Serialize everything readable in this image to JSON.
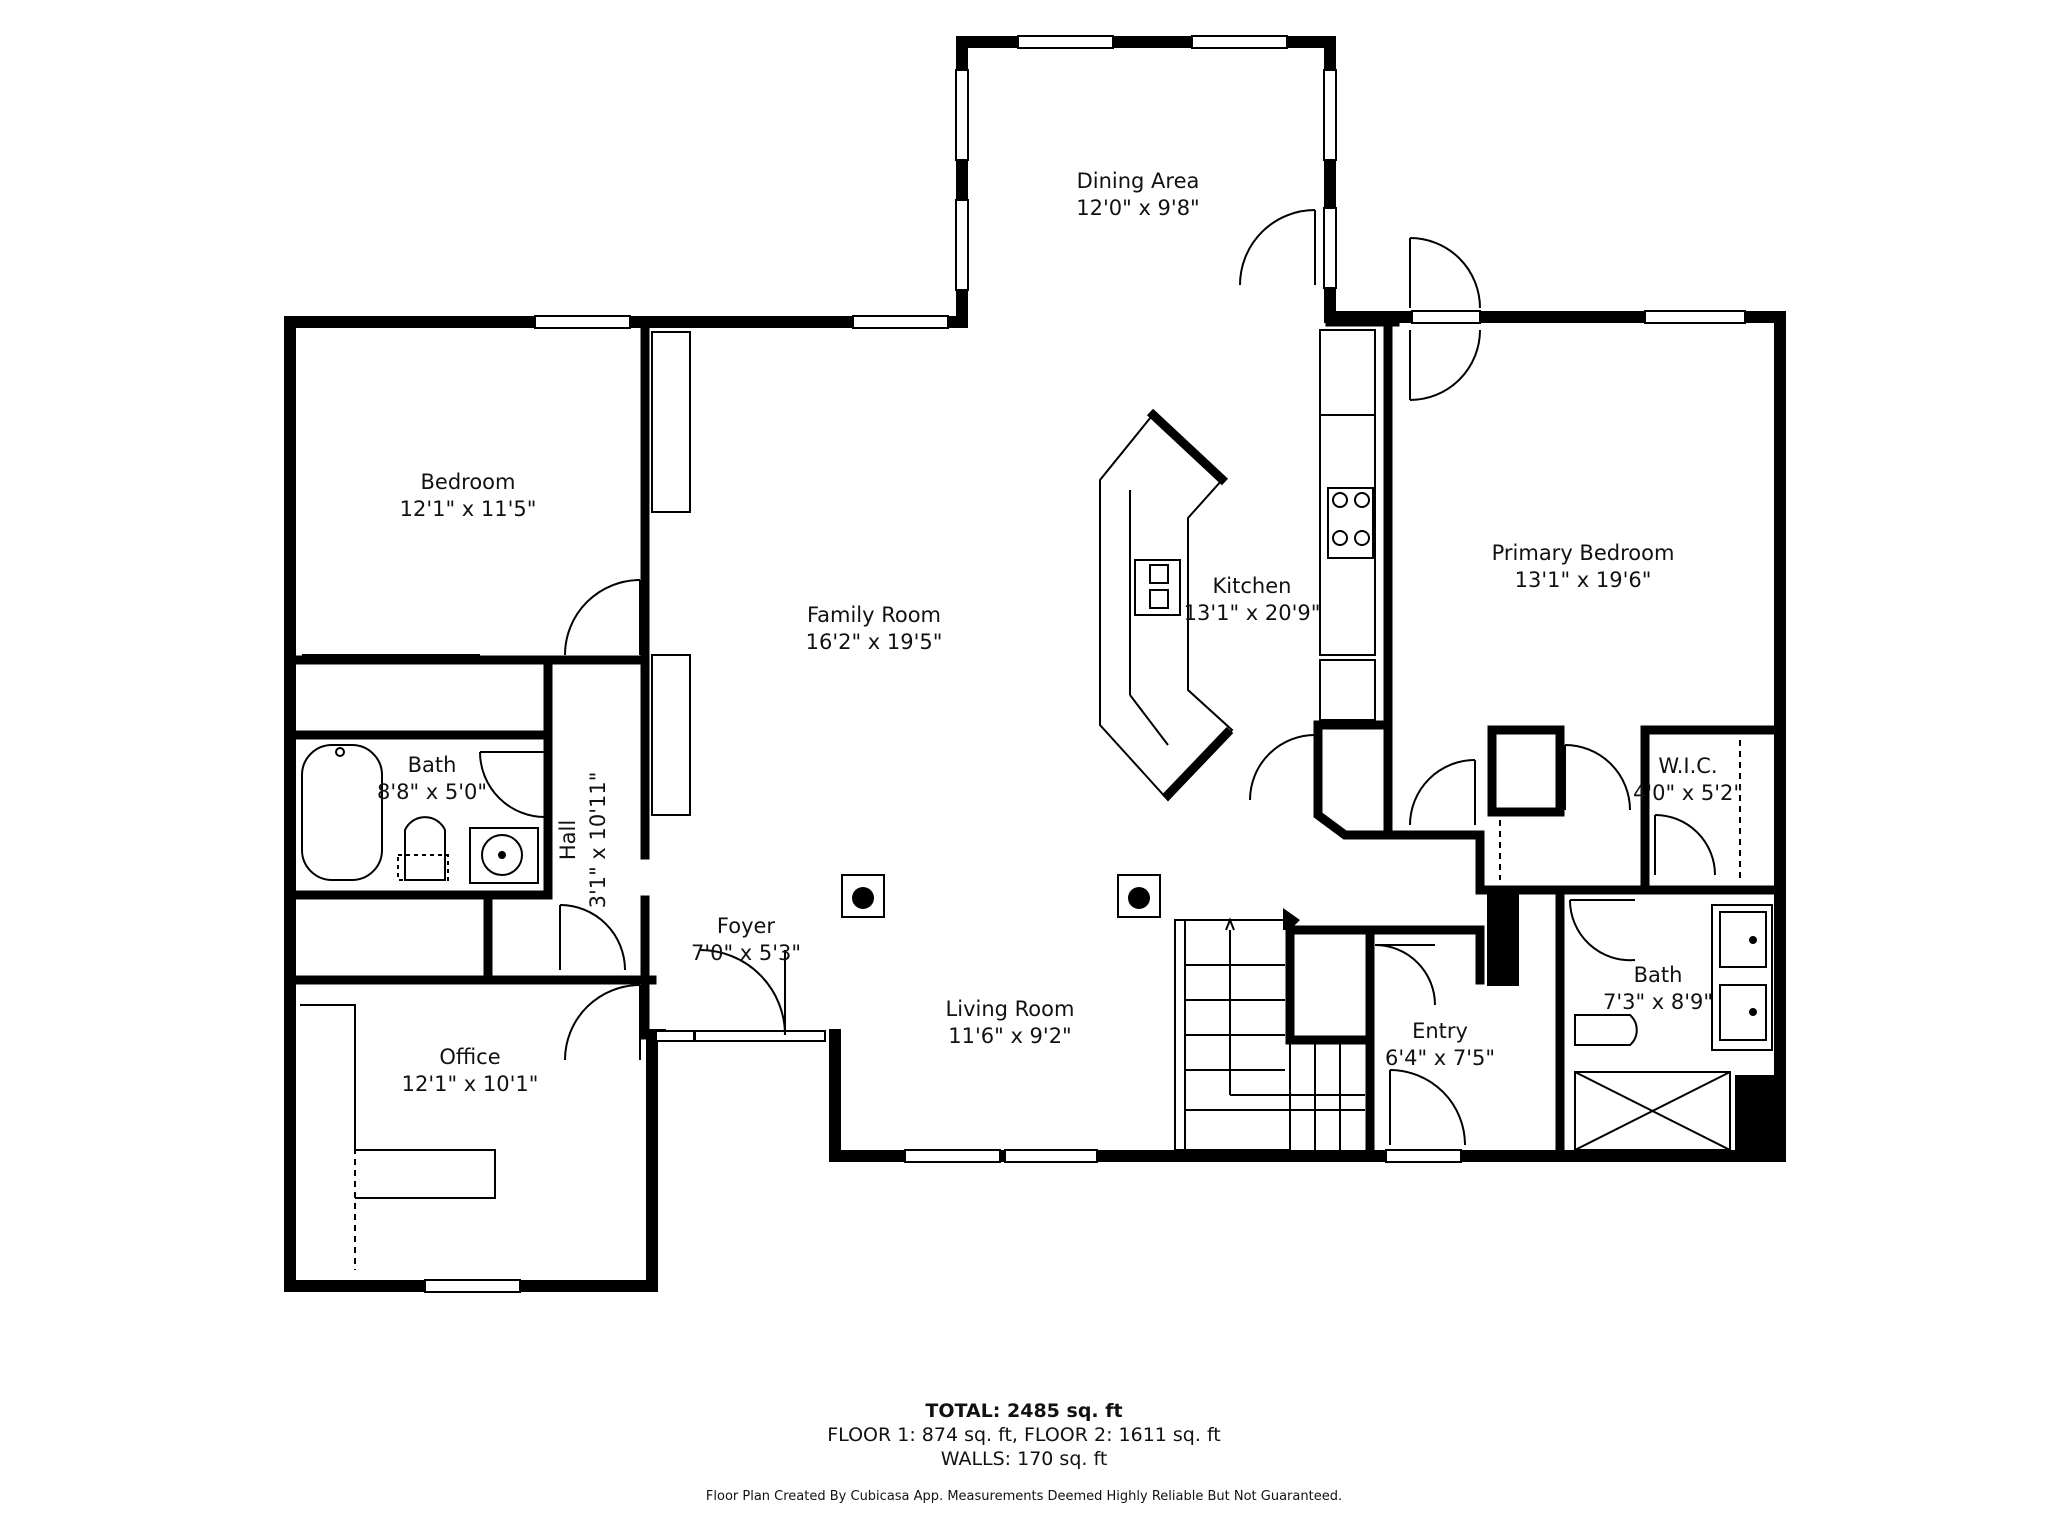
{
  "rooms": {
    "dining": {
      "name": "Dining Area",
      "dim": "12'0\" x 9'8\""
    },
    "bedroom": {
      "name": "Bedroom",
      "dim": "12'1\" x 11'5\""
    },
    "family": {
      "name": "Family Room",
      "dim": "16'2\" x 19'5\""
    },
    "kitchen": {
      "name": "Kitchen",
      "dim": "13'1\" x 20'9\""
    },
    "primary": {
      "name": "Primary Bedroom",
      "dim": "13'1\" x 19'6\""
    },
    "bath1": {
      "name": "Bath",
      "dim": "8'8\" x 5'0\""
    },
    "hall": {
      "name": "Hall",
      "dim": "3'1\" x 10'11\""
    },
    "wic": {
      "name": "W.I.C.",
      "dim": "4'0\" x 5'2\""
    },
    "foyer": {
      "name": "Foyer",
      "dim": "7'0\" x 5'3\""
    },
    "living": {
      "name": "Living Room",
      "dim": "11'6\" x 9'2\""
    },
    "entry": {
      "name": "Entry",
      "dim": "6'4\" x 7'5\""
    },
    "bath2": {
      "name": "Bath",
      "dim": "7'3\" x 8'9\""
    },
    "office": {
      "name": "Office",
      "dim": "12'1\" x 10'1\""
    }
  },
  "footer": {
    "total": "TOTAL: 2485 sq. ft",
    "floors": "FLOOR 1: 874 sq. ft, FLOOR 2: 1611 sq. ft",
    "walls": "WALLS: 170 sq. ft",
    "credit": "Floor Plan Created By Cubicasa App. Measurements Deemed Highly Reliable But Not Guaranteed."
  },
  "colors": {
    "wall": "#000000",
    "fixture": "#333333",
    "background": "#ffffff"
  }
}
